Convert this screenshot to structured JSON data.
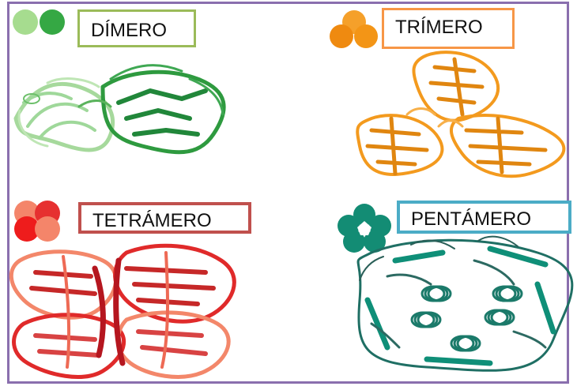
{
  "panels": {
    "dimer": {
      "label": "DÍMERO",
      "colors": {
        "light": "#9fd89a",
        "dark": "#2e9a3f"
      }
    },
    "trimer": {
      "label": "TRÍMERO",
      "colors": {
        "main": "#f39a1e",
        "dark": "#d97c05"
      }
    },
    "tetramer": {
      "label": "TETRÁMERO",
      "colors": {
        "red": "#e02a2a",
        "salmon": "#f3876a",
        "dark": "#b5161f"
      }
    },
    "pentamer": {
      "label": "PENTÁMERO",
      "colors": {
        "teal": "#0f8f78",
        "dark": "#1f5f57"
      }
    }
  },
  "frame_color": "#8a6fae"
}
